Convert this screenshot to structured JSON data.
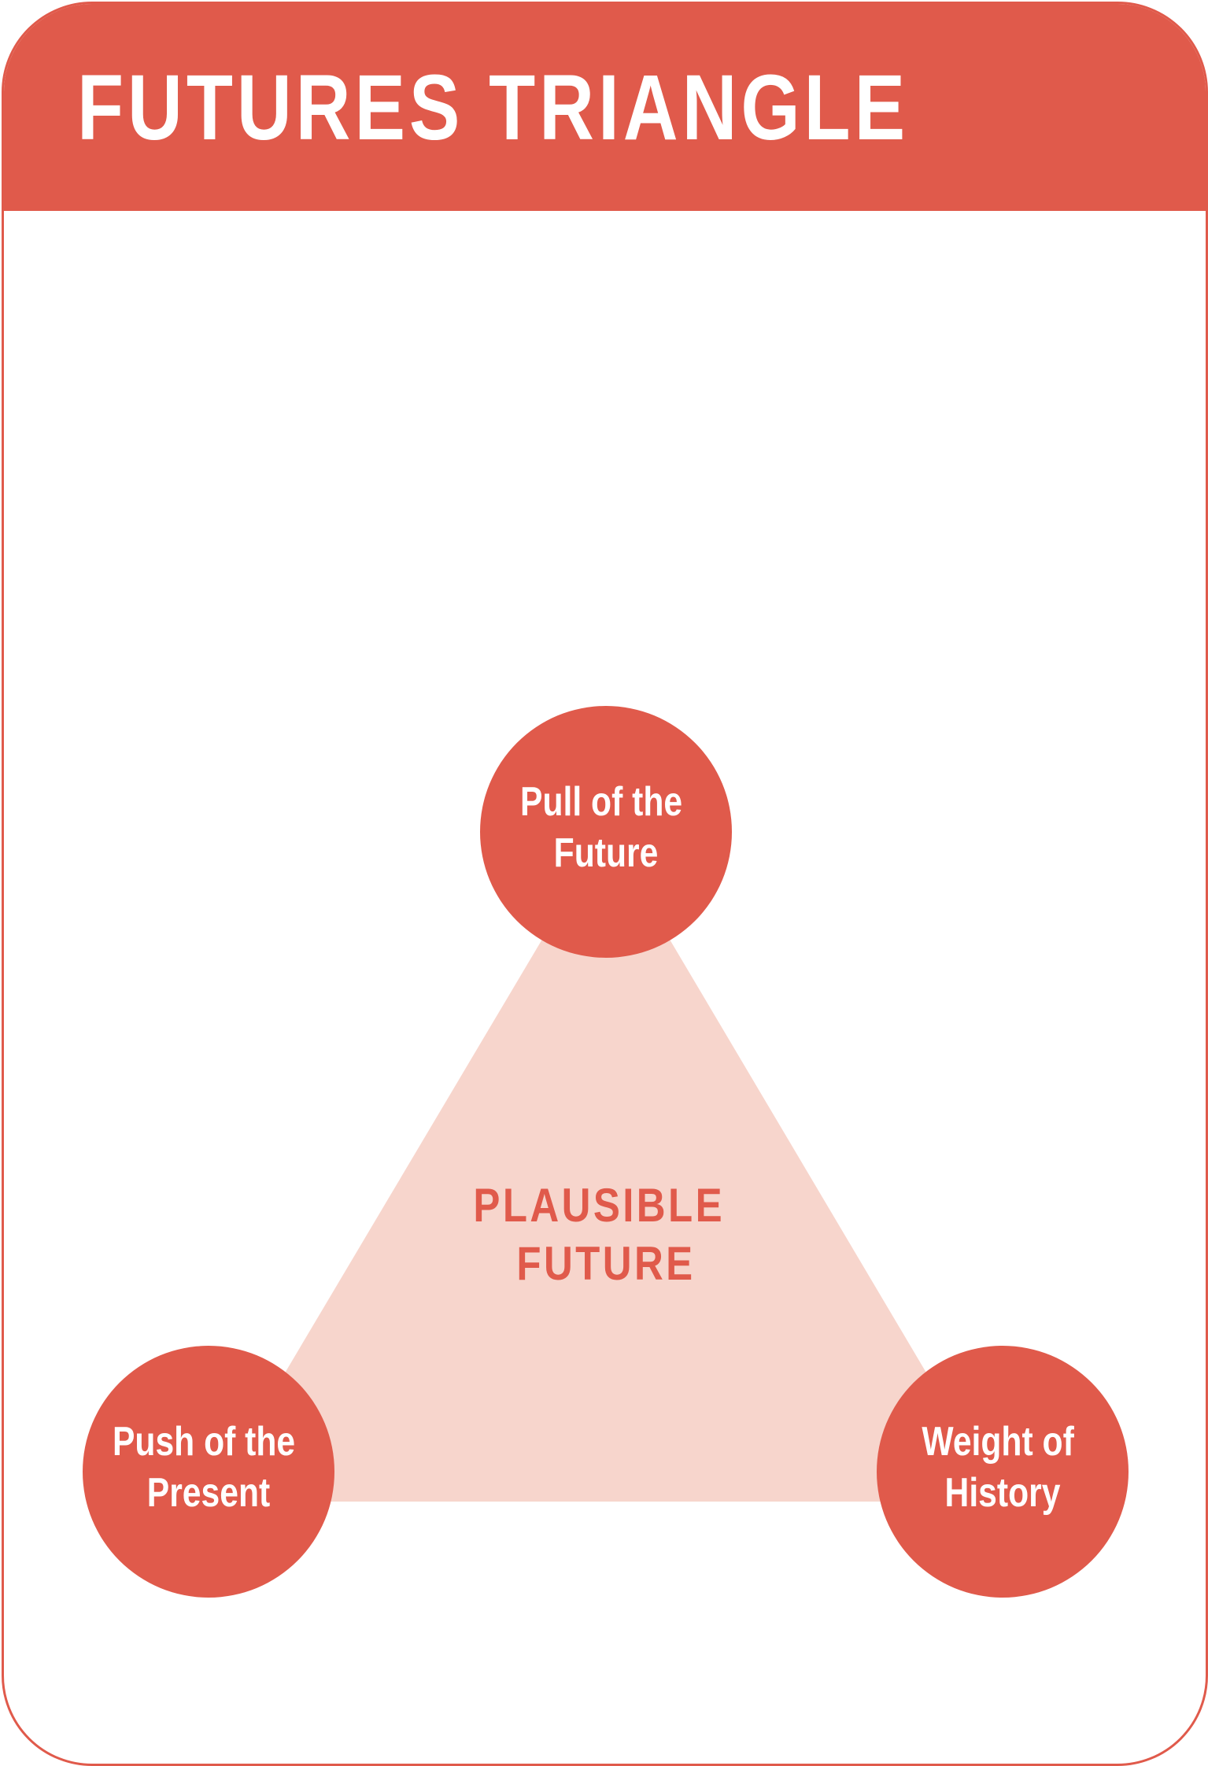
{
  "title": "FUTURES TRIANGLE",
  "colors": {
    "accent": "#e05a4b",
    "triangle_fill": "#f7d5cc",
    "background": "#ffffff",
    "node_text": "#ffffff"
  },
  "center": {
    "line1": "PLAUSIBLE",
    "line2": "FUTURE"
  },
  "nodes": [
    {
      "id": "top",
      "line1": "Pull of the",
      "line2": "Future"
    },
    {
      "id": "left",
      "line1": "Push of the",
      "line2": "Present"
    },
    {
      "id": "right",
      "line1": "Weight of",
      "line2": "History"
    }
  ]
}
